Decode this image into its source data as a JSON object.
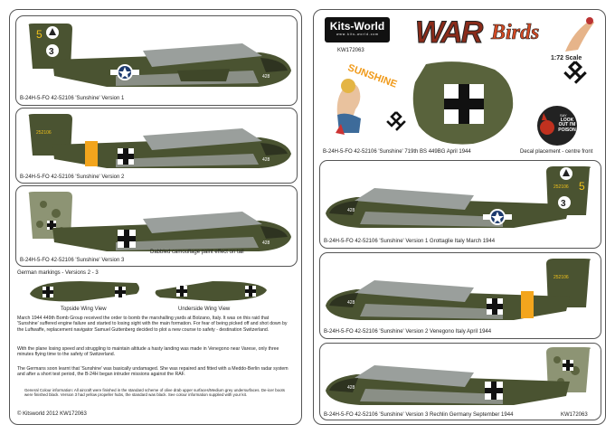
{
  "left": {
    "v1_caption": "B-24H-5-FO 42-52106 'Sunshine' Version 1",
    "v2_caption": "B-24H-5-FO 42-52106 'Sunshine' Version 2",
    "v3_caption": "B-24H-5-FO 42-52106 'Sunshine' Version 3",
    "v3_note": "Dabbled camouflage paint effect on tail",
    "german_title": "German markings - Versions 2 - 3",
    "topside_label": "Topside Wing View",
    "underside_label": "Underside Wing View",
    "story_p1": "March 1944 449th Bomb Group received the order to  bomb the marshalling yards at Bolzano, Italy. It was on this raid that 'Sunshine' suffered engine failure and started to losing sight with the main formation. For fear of being picked off and shot down by the Luftwaffe, replacement navigator Samuel Guttenberg decided to plot a new course to safety - destination Switzerland.",
    "story_p2": "With the plane losing speed and struggling to maintain altitude a hasty landing was made in Venegono near Varese, only three minutes flying time to the safety of Switzerland.",
    "story_p3": "The Germans soon learnt that 'Sunshine' was basically undamaged. She was repaired and fitted with a Meddo-Berlin radar system and after a short test period, the B-24H began intruder missions against the RAF.",
    "general_notes": "General Colour information: All aircraft were finished in the standard scheme of olive drab upper surfaces/Medium grey undersurfaces. De-icer boots were finished black. Version 3 had yellow propeller hubs, the standard was black. See colour information supplied with your kit.",
    "copyright": "© Kitsworld 2012 KW172063",
    "tail_code": "5",
    "tail_number": "252106",
    "fuselage_number": "3",
    "nose_number": "428"
  },
  "right": {
    "brand": "Kits-World",
    "brand_url": "w w w . k i t s - w o r l d . c o m",
    "product_code": "KW172063",
    "war_text": "WAR",
    "birds_text": "Birds",
    "scale": "1:72 Scale",
    "sunshine_text": "SUNSHINE",
    "nose_art_caption": "B-24H-5-FO 42-52106 'Sunshine' 719th BS 449BG April 1944",
    "decal_note": "Decal placement - centre front",
    "devil_text": "LOOK OUT I'M POISON",
    "devil_text_small": "SAY",
    "p1_caption": "B-24H-5-FO 42-52106 'Sunshine' Version 1 Grottaglie Italy March 1944",
    "p2_caption": "B-24H-5-FO 42-52106 'Sunshine' Version 2 Venegono Italy April 1944",
    "p3_caption": "B-24H-5-FO 42-52106 'Sunshine' Version 3 Rechlin Germany September 1944",
    "footer_code": "KW172063"
  }
}
